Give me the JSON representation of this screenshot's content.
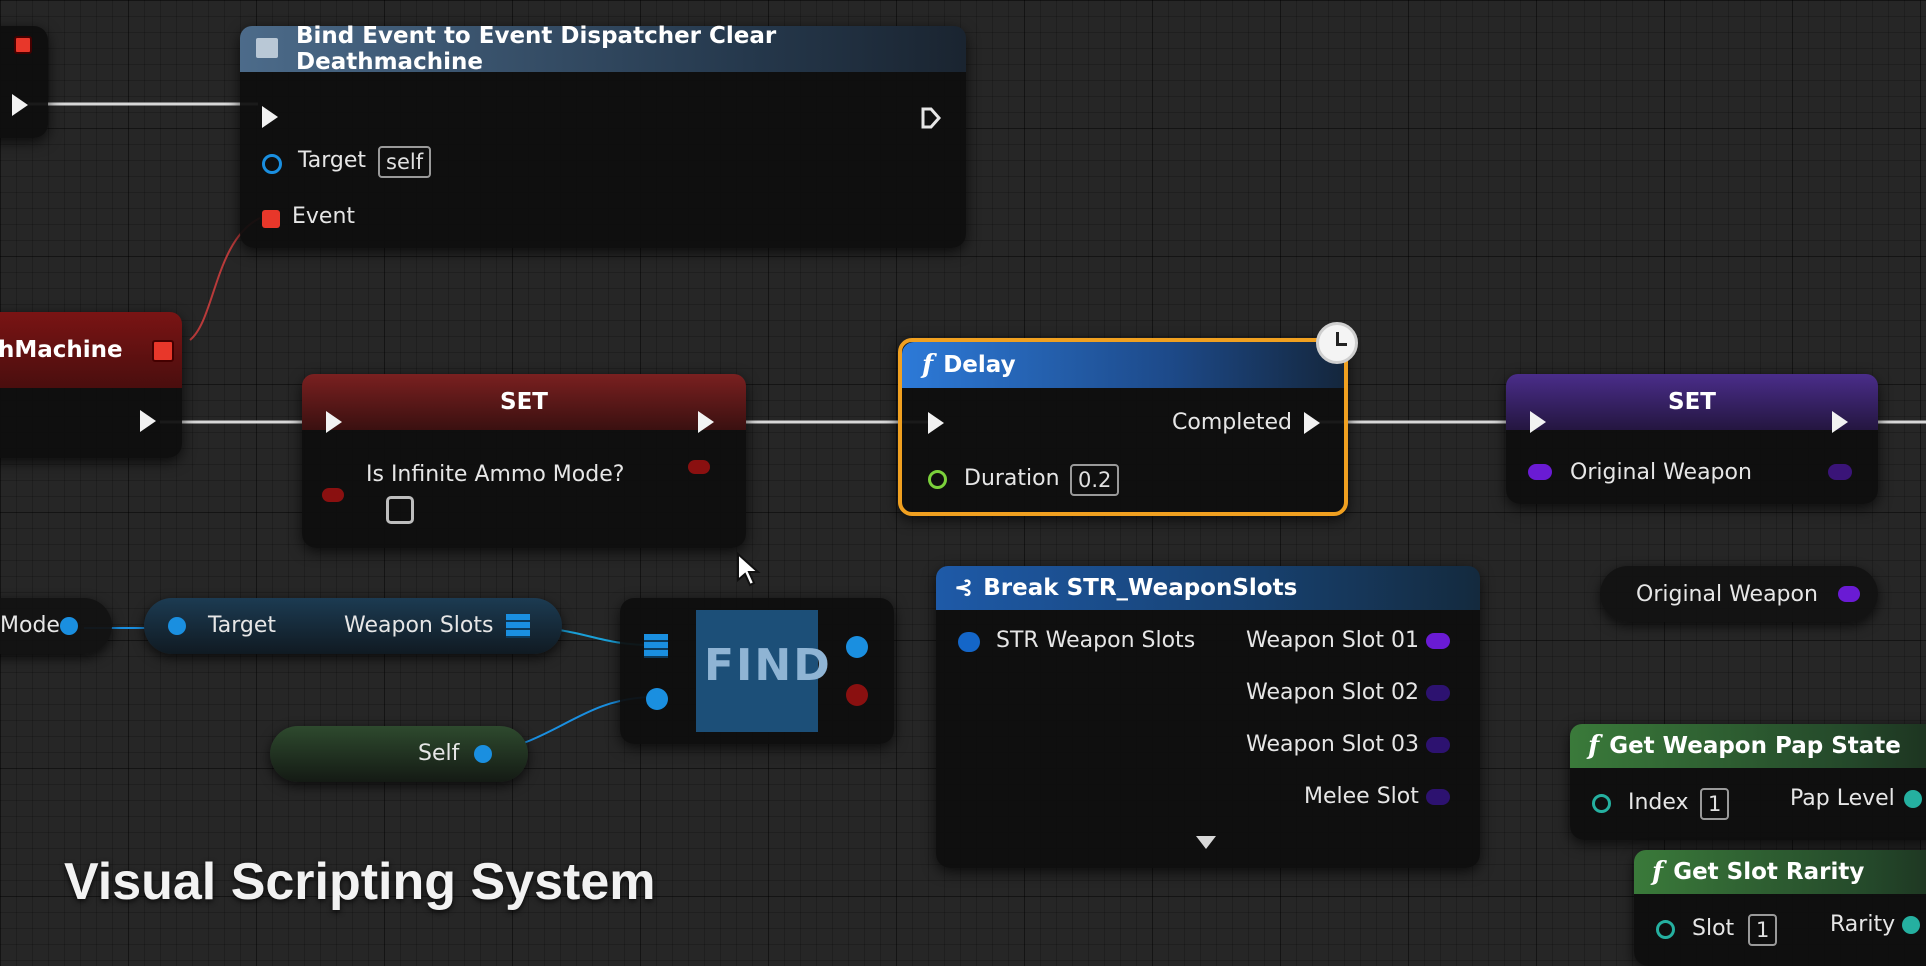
{
  "bind_node": {
    "title": "Bind Event to Event Dispatcher Clear Deathmachine",
    "target_label": "Target",
    "target_value": "self",
    "event_label": "Event"
  },
  "death_node": {
    "title": "hMachine"
  },
  "set_ammo": {
    "title": "SET",
    "var_label": "Is Infinite Ammo Mode?"
  },
  "delay_node": {
    "title": "Delay",
    "completed_label": "Completed",
    "duration_label": "Duration",
    "duration_value": "0.2"
  },
  "set_weapon": {
    "title": "SET",
    "var_label": "Original Weapon"
  },
  "original_weapon_getter": {
    "label": "Original Weapon"
  },
  "mode_getter": {
    "label": "Mode"
  },
  "weapon_slots_node": {
    "target_label": "Target",
    "output_label": "Weapon Slots"
  },
  "self_node": {
    "label": "Self"
  },
  "find_node": {
    "label": "FIND"
  },
  "break_node": {
    "title": "Break STR_WeaponSlots",
    "input_label": "STR Weapon Slots",
    "outputs": [
      "Weapon Slot 01",
      "Weapon Slot 02",
      "Weapon Slot 03",
      "Melee Slot"
    ]
  },
  "pap_node": {
    "title": "Get Weapon Pap State",
    "index_label": "Index",
    "index_value": "1",
    "output_label": "Pap Level"
  },
  "rarity_node": {
    "title": "Get Slot Rarity",
    "slot_label": "Slot",
    "slot_value": "1",
    "output_label": "Rarity"
  },
  "caption": "Visual Scripting System",
  "colors": {
    "exec": "#f2f2f2",
    "object": "#1a8fe0",
    "bool": "#8a1010",
    "float": "#7bd13b",
    "struct": "#1466c8",
    "weapon": "#6a1bd4",
    "int": "#25b0a0",
    "delegate": "#e8372a",
    "selected": "#f0a020"
  }
}
